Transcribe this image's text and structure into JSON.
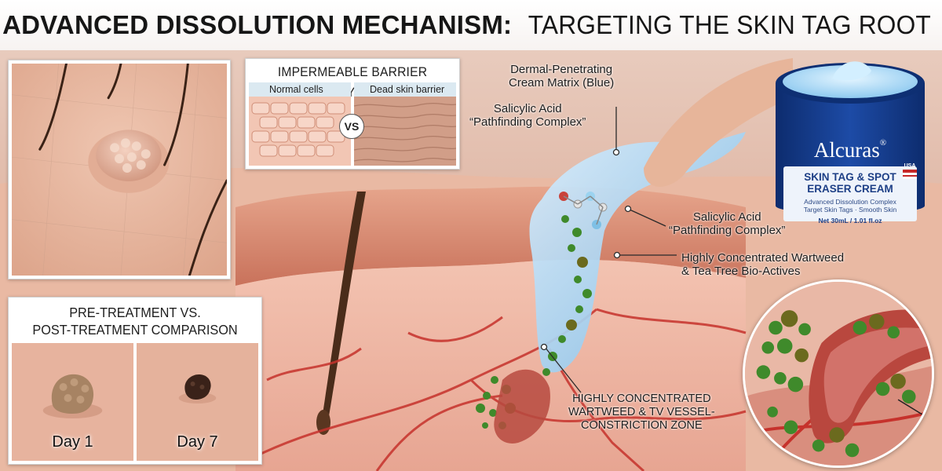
{
  "title": {
    "bold": "ADVANCED DISSOLUTION MECHANISM:",
    "light": "TARGETING THE SKIN TAG ROOT"
  },
  "barrier_panel": {
    "title": "IMPERMEABLE BARRIER LAYER",
    "left_label": "Normal cells",
    "right_label": "Dead skin barrier",
    "vs": "VS"
  },
  "comparison_panel": {
    "title_line1": "PRE-TREATMENT VS.",
    "title_line2": "POST-TREATMENT COMPARISON",
    "before_label": "Day 1",
    "after_label": "Day 7"
  },
  "callouts": {
    "matrix_line1": "Dermal-Penetrating",
    "matrix_line2": "Cream Matrix (Blue)",
    "salicylic_top_line1": "Salicylic Acid",
    "salicylic_top_line2": "“Pathfinding Complex”",
    "salicylic_right_line1": "Salicylic Acid",
    "salicylic_right_line2": "“Pathfinding Complex”",
    "wartweed_line1": "Highly Concentrated Wartweed",
    "wartweed_line2": "& Tea Tree Bio-Actives",
    "zone_line1": "HIGHLY CONCENTRATED",
    "zone_line2": "WARTWEED & TV VESSEL-",
    "zone_line3": "CONSTRICTION ZONE"
  },
  "product": {
    "brand": "Alcuras",
    "reg_mark": "®",
    "usa_badge": "USA",
    "name_line1": "SKIN TAG & SPOT",
    "name_line2": "ERASER CREAM",
    "sub_line1": "Advanced Dissolution Complex",
    "sub_line2": "Target Skin Tags · Smooth Skin",
    "net": "Net 30mL / 1.01 fl.oz"
  },
  "colors": {
    "skin": "#e9b9a3",
    "cream_blue": "#9fd0ee",
    "vessel_red": "#c6322c",
    "bioactive_green": "#3f8a2b",
    "jar_navy": "#133a8a"
  }
}
